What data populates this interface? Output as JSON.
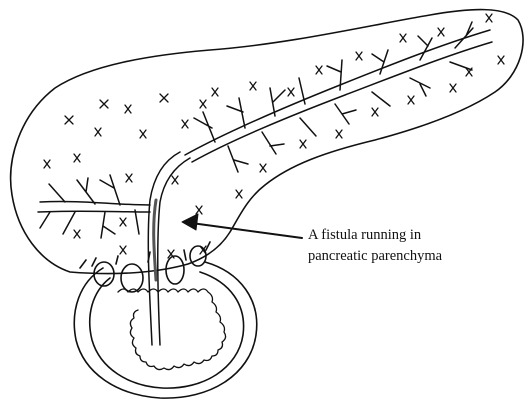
{
  "annotation": {
    "line1": "A fistula running in",
    "line2": "pancreatic parenchyma"
  },
  "colors": {
    "ink": "#111111",
    "paper": "#ffffff"
  },
  "icons": {
    "arrow": "left-arrow"
  }
}
